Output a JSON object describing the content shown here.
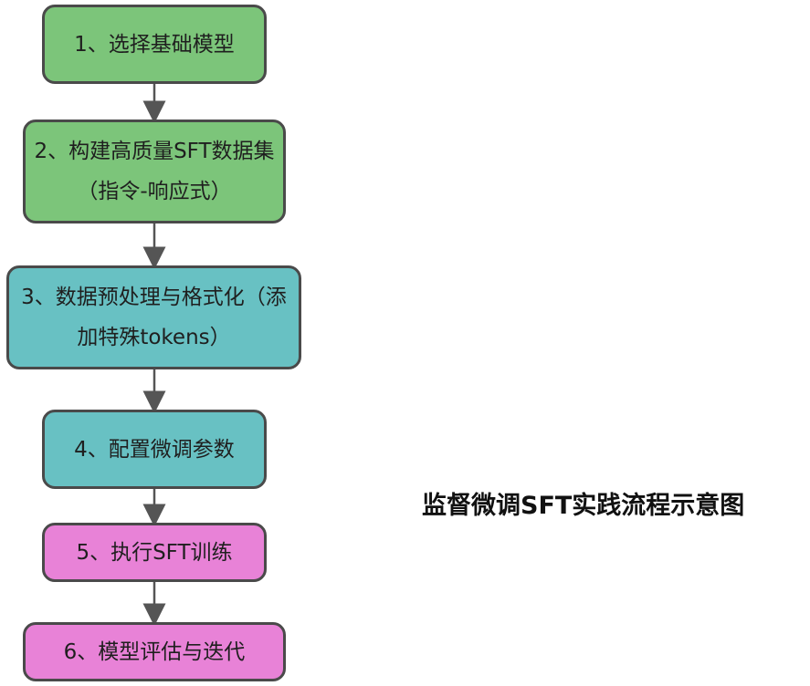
{
  "title": "监督微调SFT实践流程示意图",
  "nodes": [
    {
      "label": "1、选择基础模型"
    },
    {
      "label": "2、构建高质量SFT数据集（指令-响应式）"
    },
    {
      "label": "3、数据预处理与格式化（添加特殊tokens）"
    },
    {
      "label": "4、配置微调参数"
    },
    {
      "label": "5、执行SFT训练"
    },
    {
      "label": "6、模型评估与迭代"
    }
  ],
  "colors": {
    "green": "#7cc57a",
    "teal": "#68c1c3",
    "pink": "#e882d7",
    "border": "#4a4a4a",
    "arrow": "#555555"
  }
}
